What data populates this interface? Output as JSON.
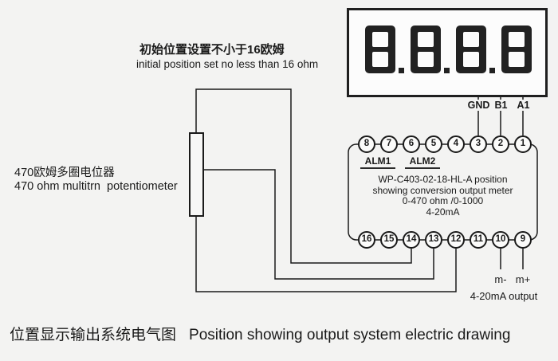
{
  "title": {
    "caption_cn": "位置显示输出系统电气图",
    "caption_en": "Position showing output system electric drawing"
  },
  "annotation": {
    "cn": "初始位置设置不小于16欧姆",
    "en": "initial position set no less than 16 ohm"
  },
  "potentiometer": {
    "label_cn": "470欧姆多圈电位器",
    "label_en": "470 ohm multitrn  potentiometer"
  },
  "display": {
    "kind": "seven-segment-display",
    "digit_count": 4
  },
  "comm_labels": {
    "gnd": "GND",
    "b1": "B1",
    "a1": "A1"
  },
  "meter": {
    "alm1": "ALM1",
    "alm2": "ALM2",
    "text_line1": "WP-C403-02-18-HL-A position",
    "text_line2": "showing conversion output meter",
    "text_line3": "0-470 ohm /0-1000",
    "text_line4": "4-20mA",
    "terminals_top": [
      "8",
      "7",
      "6",
      "5",
      "4",
      "3",
      "2",
      "1"
    ],
    "terminals_bottom": [
      "16",
      "15",
      "14",
      "13",
      "12",
      "11",
      "10",
      "9"
    ]
  },
  "output": {
    "m_minus": "m-",
    "m_plus": "m+",
    "label": "4-20mA output"
  },
  "colors": {
    "ink": "#1a1a1a",
    "background": "#f3f3f2"
  }
}
